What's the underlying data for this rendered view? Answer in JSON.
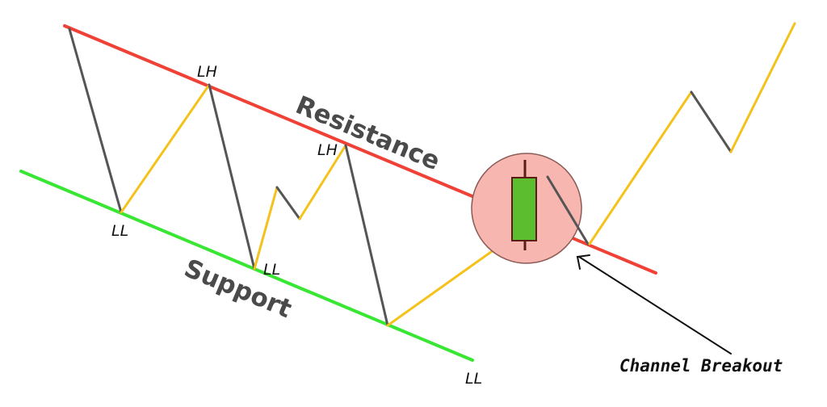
{
  "colors": {
    "resistance": "#ef4136",
    "support": "#39e633",
    "up_leg": "#f5c21b",
    "down_leg": "#555555",
    "candle_body": "#5cbd2e",
    "candle_outline": "#5a1d16",
    "highlight_fill": "#f8b6b0",
    "highlight_stroke": "#8a5a55",
    "text": "#111111",
    "line_label": "#4a4a4a"
  },
  "labels": {
    "resistance": "Resistance",
    "support": "Support",
    "lh_1": "LH",
    "lh_2": "LH",
    "ll_1": "LL",
    "ll_2": "LL",
    "ll_3": "LL",
    "breakout": "Channel Breakout"
  },
  "icons": {
    "candlestick": "bullish-candle-icon",
    "arrow": "arrow-pointer-icon"
  }
}
